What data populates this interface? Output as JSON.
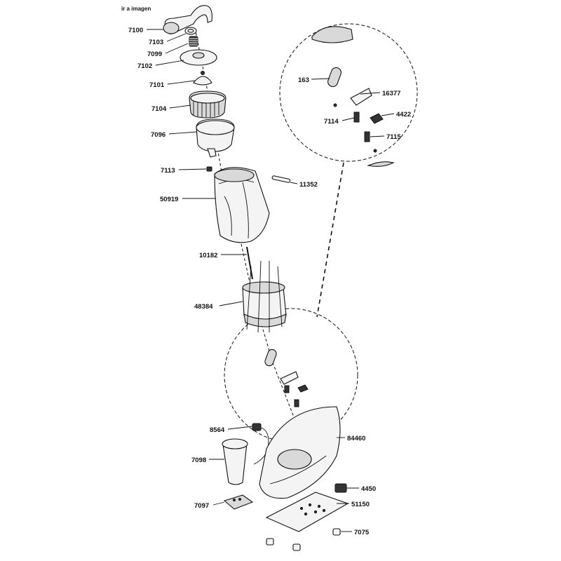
{
  "top_link": "ir a imagen",
  "parts": [
    {
      "id": "p7100",
      "label": "7100"
    },
    {
      "id": "p7103",
      "label": "7103"
    },
    {
      "id": "p7099",
      "label": "7099"
    },
    {
      "id": "p7102",
      "label": "7102"
    },
    {
      "id": "p7101",
      "label": "7101"
    },
    {
      "id": "p7104",
      "label": "7104"
    },
    {
      "id": "p7096",
      "label": "7096"
    },
    {
      "id": "p7113",
      "label": "7113"
    },
    {
      "id": "p11352",
      "label": "11352"
    },
    {
      "id": "p50919",
      "label": "50919"
    },
    {
      "id": "p10182",
      "label": "10182"
    },
    {
      "id": "p48384",
      "label": "48384"
    },
    {
      "id": "p163",
      "label": "163"
    },
    {
      "id": "p16377",
      "label": "16377"
    },
    {
      "id": "p4422",
      "label": "4422"
    },
    {
      "id": "p7114",
      "label": "7114"
    },
    {
      "id": "p7115",
      "label": "7115"
    },
    {
      "id": "p8564",
      "label": "8564"
    },
    {
      "id": "p84460",
      "label": "84460"
    },
    {
      "id": "p7098",
      "label": "7098"
    },
    {
      "id": "p4450",
      "label": "4450"
    },
    {
      "id": "p7097",
      "label": "7097"
    },
    {
      "id": "p51150",
      "label": "51150"
    },
    {
      "id": "p7075",
      "label": "7075"
    }
  ]
}
